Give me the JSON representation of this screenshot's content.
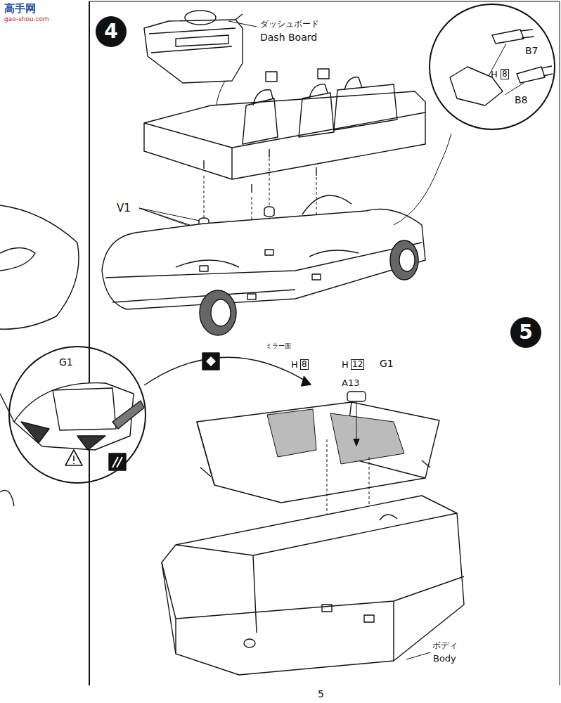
{
  "diagram": {
    "nodes": [
      {
        "text": [
          "4"
        ]
      },
      {
        "text": [
          "B7",
          "H",
          "8",
          "B8"
        ]
      },
      {
        "text": [
          "5"
        ]
      },
      {
        "text": [
          "G1"
        ]
      }
    ],
    "labels": [
      "高手网",
      "gao-shou.com",
      "ダッシュボード",
      "Dash Board",
      "V1",
      "ミラー面",
      "H",
      "8",
      "H",
      "12",
      "A13",
      "G1",
      "ボディ",
      "Body",
      "5"
    ]
  }
}
